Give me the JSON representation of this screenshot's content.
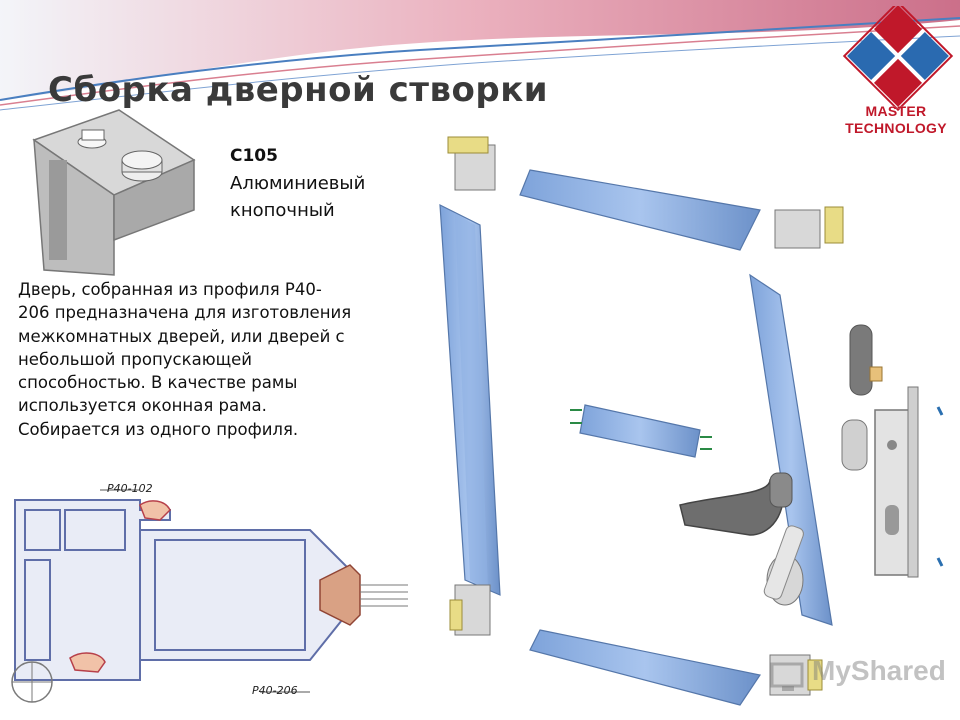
{
  "slide": {
    "title": "Сборка дверной створки",
    "part": {
      "code": "C105",
      "name_line1": "Алюминиевый",
      "name_line2": "кнопочный"
    },
    "description": [
      "Дверь, собранная из профиля Р40-",
      "206 предназначена для изготовления",
      "межкомнатных дверей, или дверей с",
      "небольшой пропускающей",
      "способностью. В качестве рамы",
      "используется оконная рама.",
      "Собирается из одного профиля."
    ],
    "profile_labels": {
      "top": "P40-102",
      "bottom": "P40-206"
    },
    "logo": {
      "line1": "MASTER",
      "line2": "TECHNOLOGY",
      "color_red": "#c0182a",
      "color_blue": "#2a6ab0"
    },
    "watermark": "MyShared",
    "colors": {
      "profile_blue": "#9cbbe6",
      "banner_red": "#d9687a",
      "banner_blue": "#4a7fc0"
    }
  }
}
